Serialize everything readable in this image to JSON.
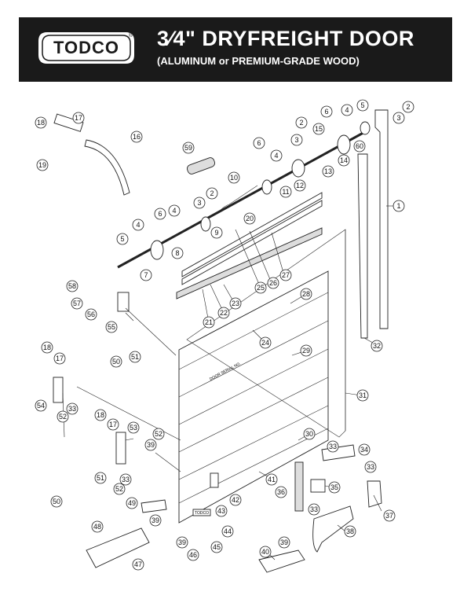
{
  "header": {
    "brand": "TODCO",
    "registered_mark": "®",
    "title_fraction": "3⁄4",
    "title_rest": "\" DRYFREIGHT DOOR",
    "subtitle": "(ALUMINUM or PREMIUM-GRADE WOOD)"
  },
  "panel_labels": {
    "serial_label": "DOOR SERIAL NO.",
    "small_plate": "TODCO"
  },
  "callouts": [
    "1",
    "2",
    "3",
    "4",
    "5",
    "6",
    "7",
    "8",
    "9",
    "10",
    "11",
    "12",
    "13",
    "14",
    "15",
    "16",
    "17",
    "18",
    "19",
    "20",
    "21",
    "22",
    "23",
    "24",
    "25",
    "26",
    "27",
    "28",
    "29",
    "30",
    "31",
    "32",
    "33",
    "34",
    "35",
    "36",
    "37",
    "38",
    "39",
    "40",
    "41",
    "42",
    "43",
    "44",
    "45",
    "46",
    "47",
    "48",
    "49",
    "50",
    "51",
    "52",
    "53",
    "54",
    "55",
    "56",
    "57",
    "58",
    "59",
    "60"
  ]
}
